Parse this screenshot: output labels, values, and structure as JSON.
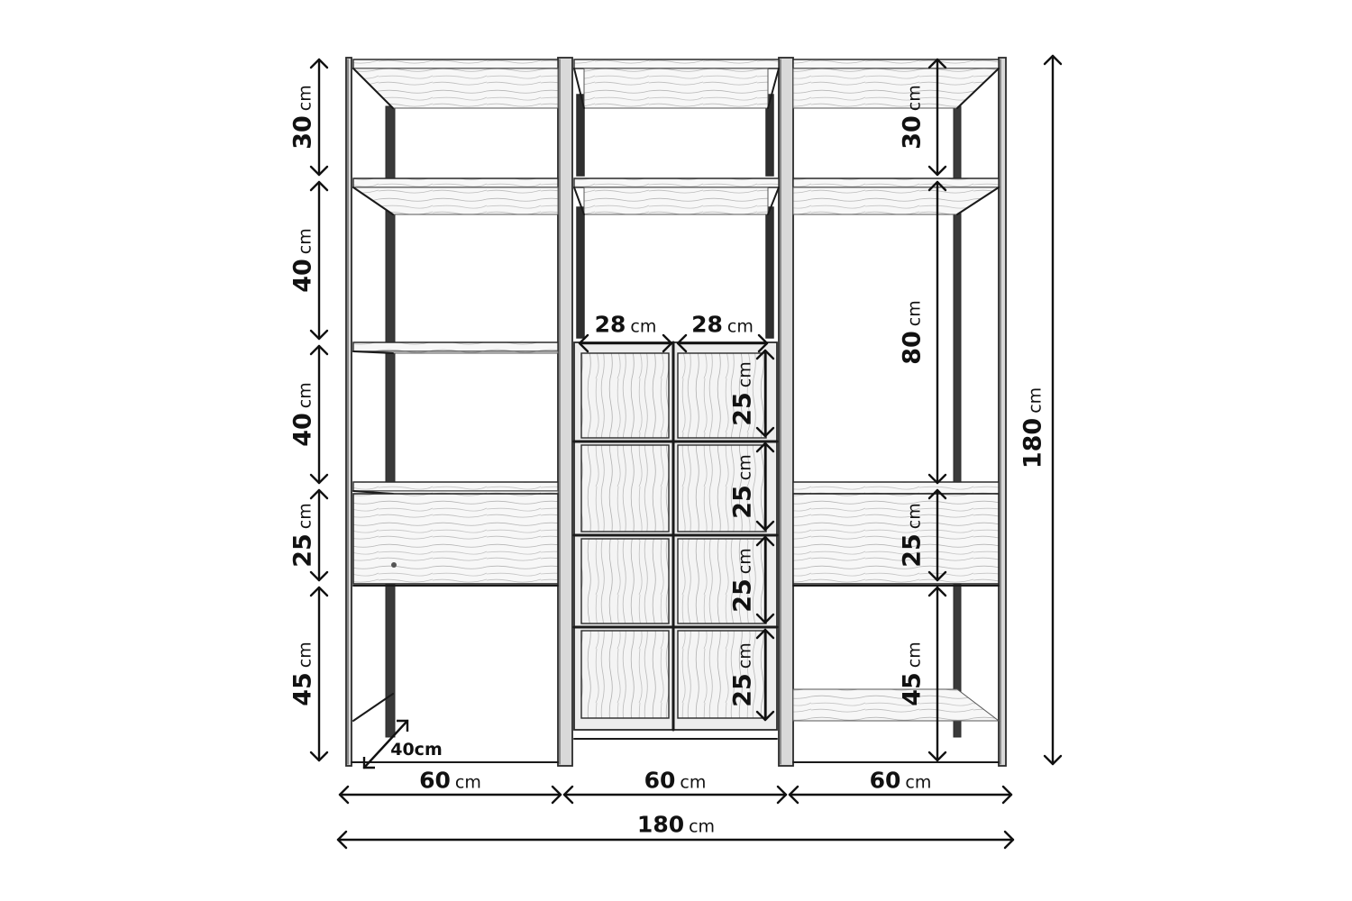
{
  "unit": "cm",
  "left_heights": [
    "30",
    "40",
    "40",
    "25",
    "45"
  ],
  "right_heights": [
    "30",
    "80",
    "25",
    "45"
  ],
  "cube_widths": [
    "28",
    "28"
  ],
  "cube_heights": [
    "25",
    "25",
    "25",
    "25"
  ],
  "module_widths": [
    "60",
    "60",
    "60"
  ],
  "total_width": "180",
  "total_height": "180",
  "depth": "40cm"
}
